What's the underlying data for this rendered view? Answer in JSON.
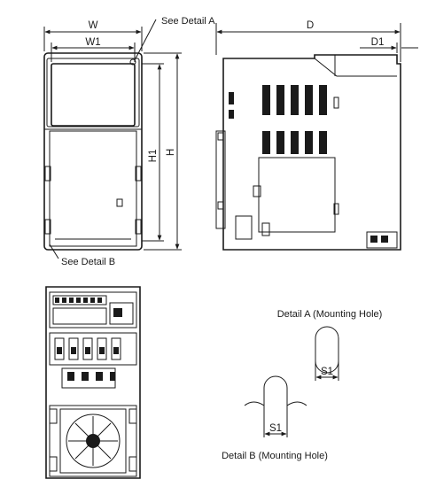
{
  "front_view": {
    "label_width": "W",
    "label_width1": "W1",
    "label_height": "H",
    "label_height1": "H1",
    "callout_detail_a": "See Detail A",
    "callout_detail_b": "See Detail B"
  },
  "side_view": {
    "label_depth": "D",
    "label_depth1": "D1"
  },
  "detail_a": {
    "title": "Detail A (Mounting Hole)",
    "label_slot": "S1"
  },
  "detail_b": {
    "title": "Detail B (Mounting Hole)",
    "label_slot": "S1"
  }
}
